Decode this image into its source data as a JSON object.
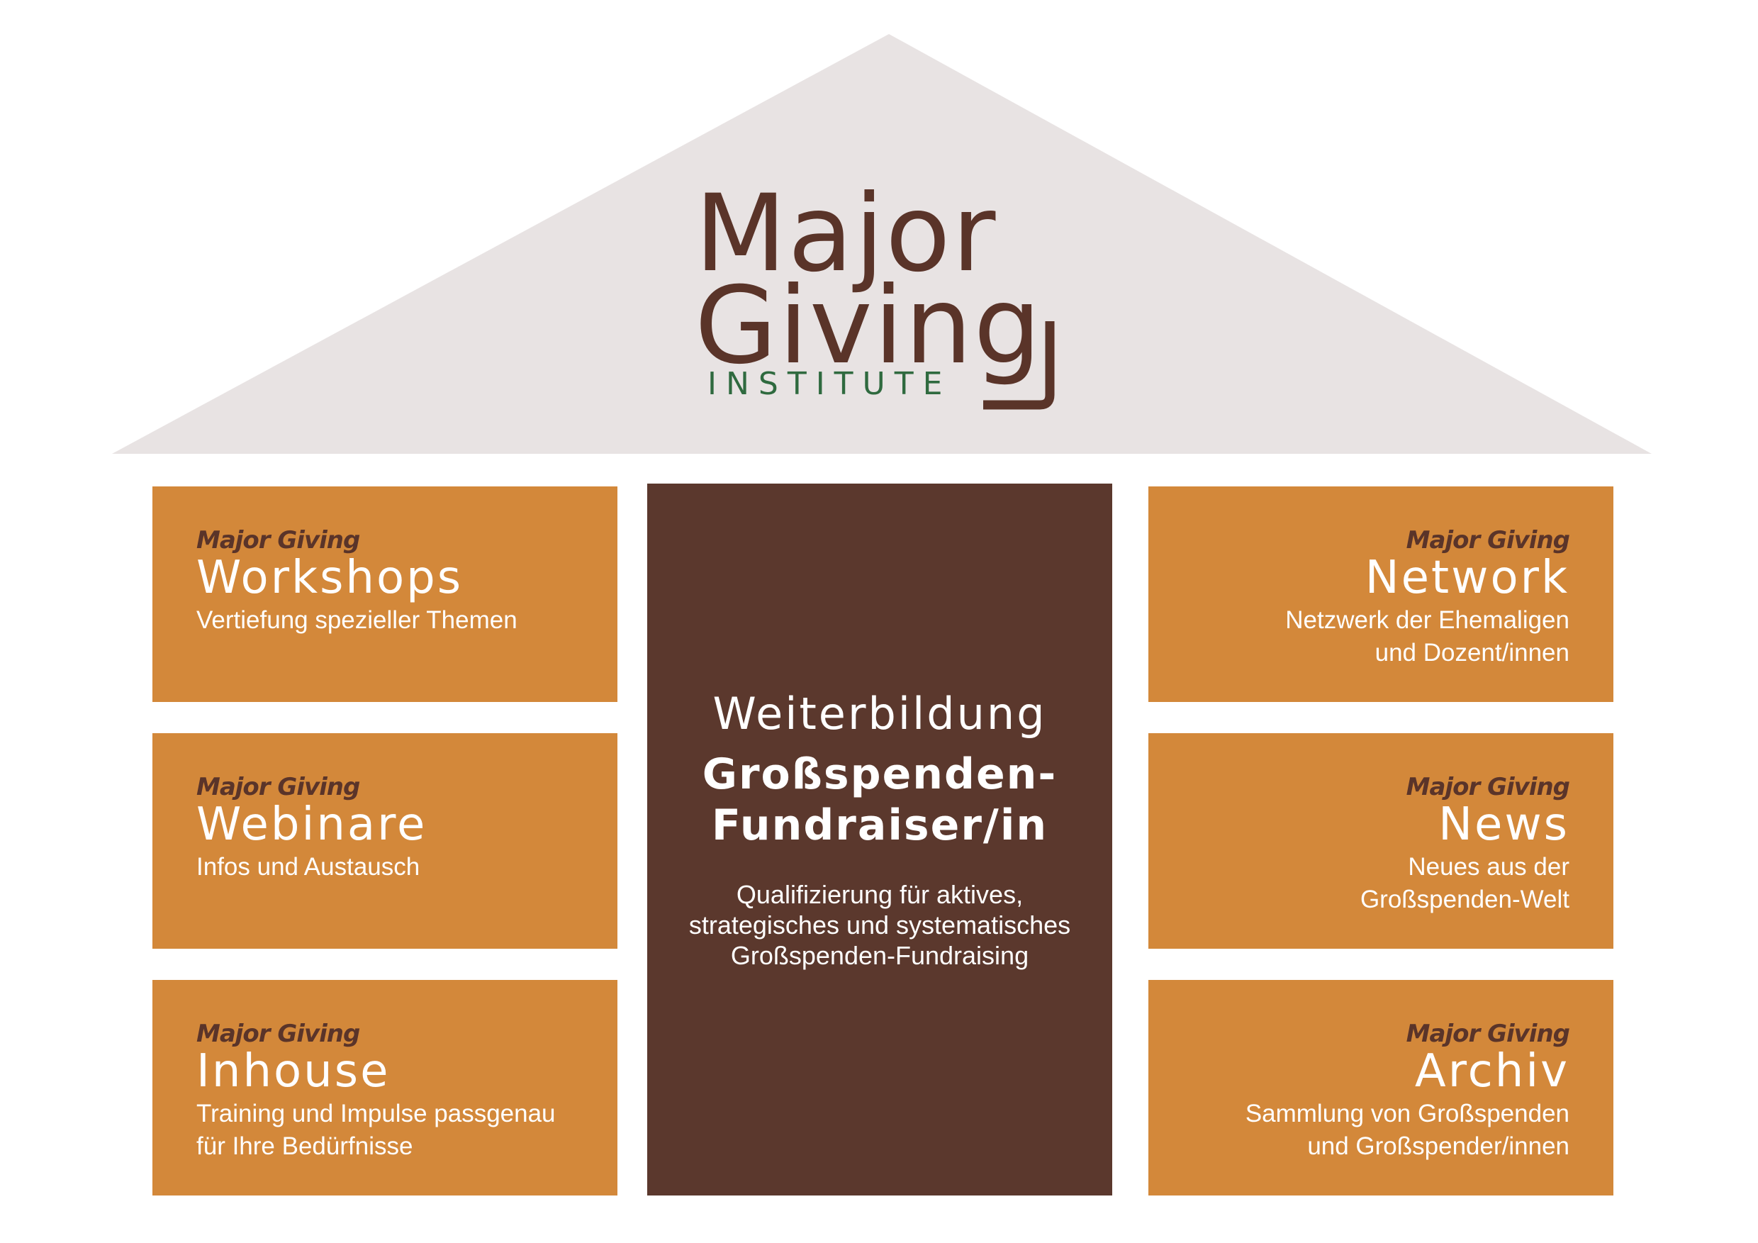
{
  "colors": {
    "roof": "#e8e3e3",
    "brown": "#5b382d",
    "orange": "#d3883a",
    "green": "#2f6a3f",
    "white": "#ffffff"
  },
  "logo": {
    "line1": "Major",
    "line2": "Giving",
    "line3": "INSTITUTE"
  },
  "center": {
    "title": "Weiterbildung",
    "subtitle_line1": "Großspenden-",
    "subtitle_line2": "Fundraiser/in",
    "desc_line1": "Qualifizierung für aktives,",
    "desc_line2": "strategisches und systematisches",
    "desc_line3": "Großspenden-Fundraising"
  },
  "left_boxes": [
    {
      "sup": "Major Giving",
      "title": "Workshops",
      "line1": "Vertiefung spezieller Themen",
      "line2": ""
    },
    {
      "sup": "Major Giving",
      "title": "Webinare",
      "line1": "Infos und Austausch",
      "line2": ""
    },
    {
      "sup": "Major Giving",
      "title": "Inhouse",
      "line1": "Training und Impulse passgenau",
      "line2": "für Ihre Bedürfnisse"
    }
  ],
  "right_boxes": [
    {
      "sup": "Major Giving",
      "title": "Network",
      "line1": "Netzwerk der Ehemaligen",
      "line2": "und Dozent/innen"
    },
    {
      "sup": "Major Giving",
      "title": "News",
      "line1": "Neues aus der",
      "line2": "Großspenden-Welt"
    },
    {
      "sup": "Major Giving",
      "title": "Archiv",
      "line1": "Sammlung von Großspenden",
      "line2": "und Großspender/innen"
    }
  ]
}
